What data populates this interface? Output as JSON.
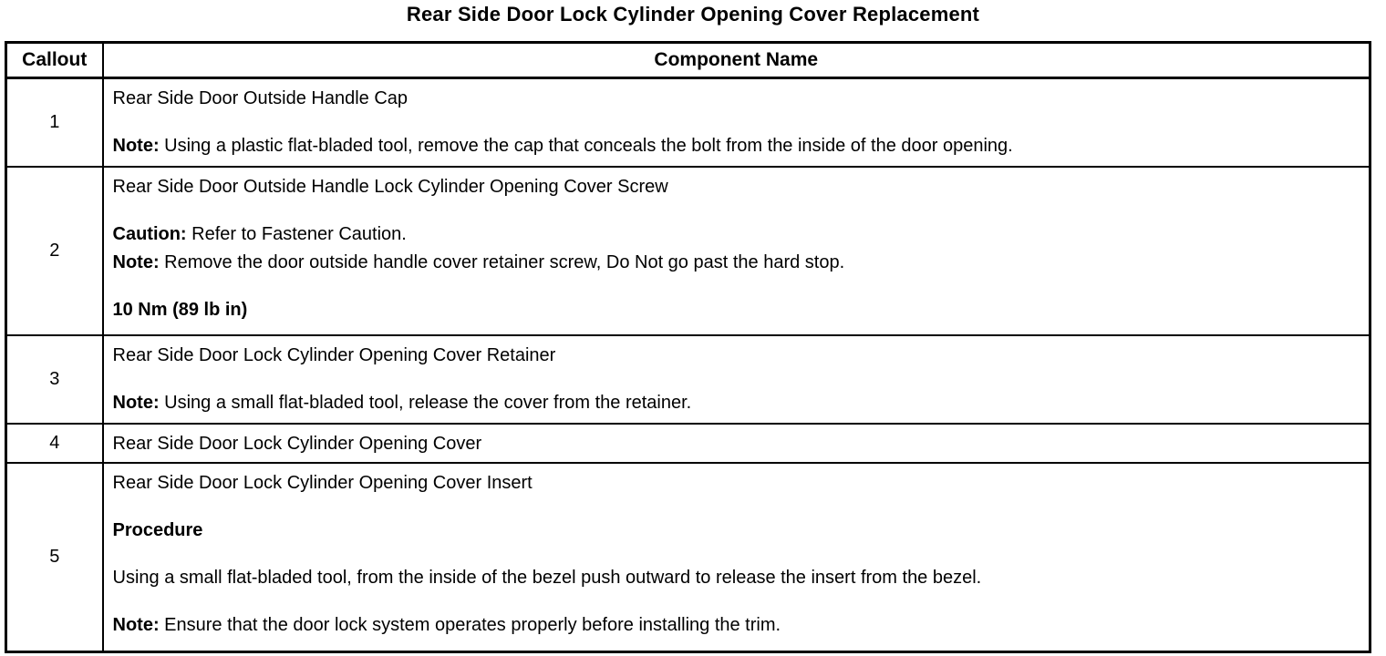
{
  "page": {
    "title": "Rear Side Door Lock Cylinder Opening Cover Replacement"
  },
  "colors": {
    "text": "#000000",
    "border": "#000000",
    "background": "#ffffff"
  },
  "table": {
    "col_headers": [
      "Callout",
      "Component Name"
    ],
    "rows": [
      {
        "callout": "1",
        "paragraphs": [
          {
            "lines": [
              {
                "text": "Rear Side Door Outside Handle Cap"
              }
            ]
          },
          {
            "lines": [
              {
                "bold": "Note:",
                "text": " Using a plastic flat-bladed tool, remove the cap that conceals the bolt from the inside of the door opening."
              }
            ]
          }
        ]
      },
      {
        "callout": "2",
        "paragraphs": [
          {
            "lines": [
              {
                "text": "Rear Side Door Outside Handle Lock Cylinder Opening Cover Screw"
              }
            ]
          },
          {
            "lines": [
              {
                "bold": "Caution:",
                "text": " Refer to Fastener Caution."
              },
              {
                "bold": "Note:",
                "text": " Remove the door outside handle cover retainer screw, Do Not go past the hard stop."
              }
            ]
          },
          {
            "lines": [
              {
                "bold": "10 Nm (89 lb in)",
                "text": ""
              }
            ]
          }
        ]
      },
      {
        "callout": "3",
        "paragraphs": [
          {
            "lines": [
              {
                "text": "Rear Side Door Lock Cylinder Opening Cover Retainer"
              }
            ]
          },
          {
            "lines": [
              {
                "bold": "Note:",
                "text": " Using a small flat-bladed tool, release the cover from the retainer."
              }
            ]
          }
        ]
      },
      {
        "callout": "4",
        "paragraphs": [
          {
            "lines": [
              {
                "text": "Rear Side Door Lock Cylinder Opening Cover"
              }
            ]
          }
        ]
      },
      {
        "callout": "5",
        "paragraphs": [
          {
            "lines": [
              {
                "text": "Rear Side Door Lock Cylinder Opening Cover Insert"
              }
            ]
          },
          {
            "lines": [
              {
                "bold": "Procedure",
                "text": ""
              }
            ]
          },
          {
            "lines": [
              {
                "text": "Using a small flat-bladed tool, from the inside of the bezel push outward to release the insert from the bezel."
              }
            ]
          },
          {
            "lines": [
              {
                "bold": "Note:",
                "text": " Ensure that the door lock system operates properly before installing the trim."
              }
            ]
          }
        ]
      }
    ]
  }
}
